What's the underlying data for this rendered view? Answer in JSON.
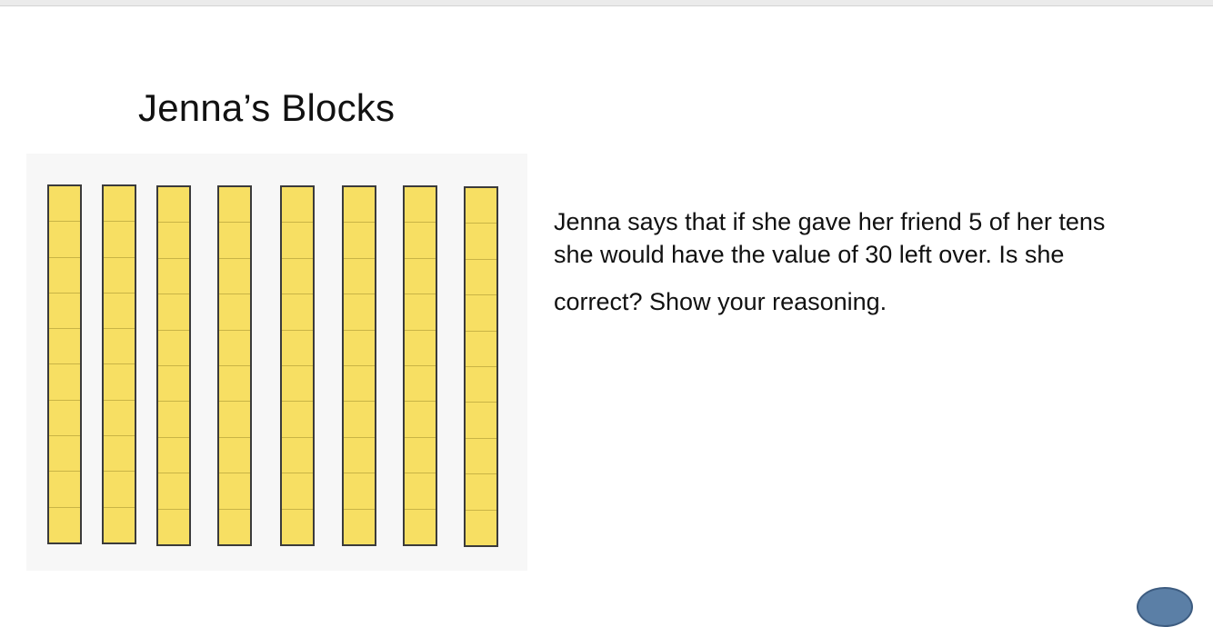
{
  "slide": {
    "title": "Jenna’s Blocks",
    "question_lines": [
      "Jenna says that if she gave her friend 5 of her tens",
      "she would have the value of 30 left over. Is she",
      "correct? Show your reasoning."
    ]
  },
  "blocks": {
    "rod_count": 8,
    "units_per_rod": 10,
    "rod_color": "#f7df63",
    "rod_border_color": "#3b3b3b",
    "panel_color": "#f7f7f7"
  }
}
